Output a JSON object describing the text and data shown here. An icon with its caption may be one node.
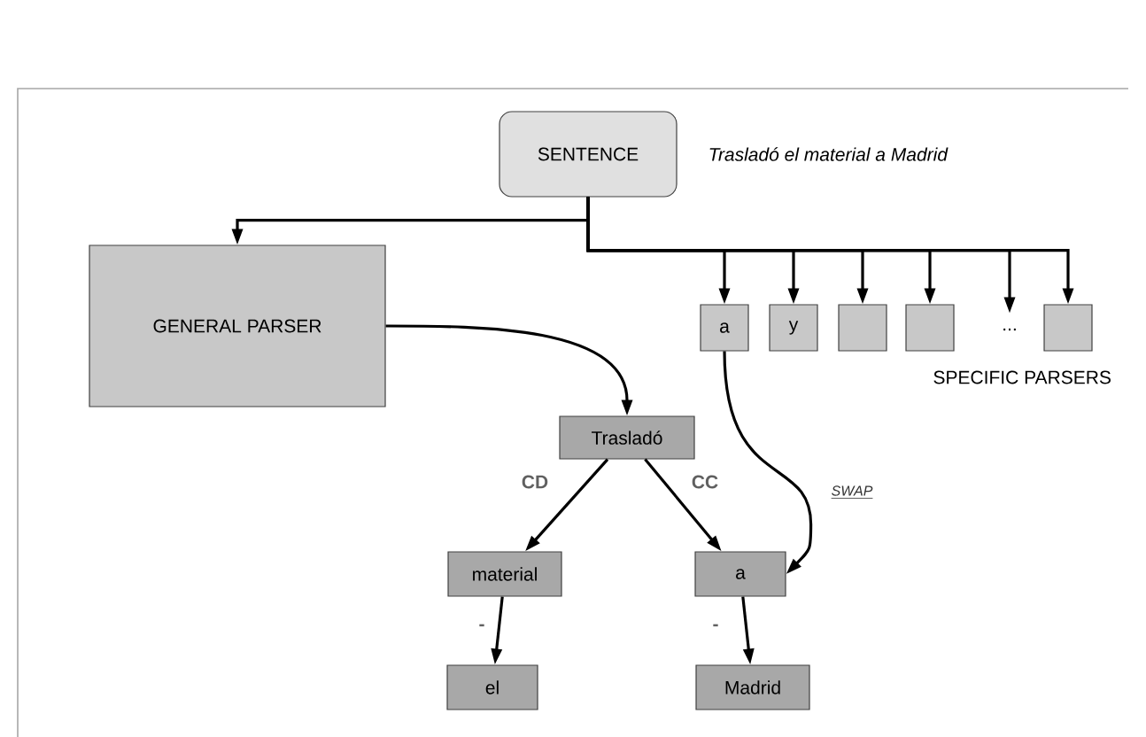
{
  "diagram": {
    "nodes": [
      {
        "text": [
          "SENTENCE"
        ],
        "beside": [
          "Trasladó el material a Madrid"
        ]
      },
      {
        "text": [
          "GENERAL PARSER"
        ]
      },
      {
        "text": [
          "a"
        ]
      },
      {
        "text": [
          "y"
        ]
      },
      {
        "text": [],
        "shape": "box"
      },
      {
        "text": [],
        "shape": "box"
      },
      {
        "text": [
          "..."
        ]
      },
      {
        "text": [],
        "shape": "box"
      },
      {
        "text": [
          "Trasladó"
        ]
      },
      {
        "text": [
          "material"
        ]
      },
      {
        "text": [
          "a"
        ]
      },
      {
        "text": [
          "el"
        ]
      },
      {
        "text": [
          "Madrid"
        ]
      }
    ],
    "edges": [
      {
        "from": 0,
        "to": 1,
        "arrow": "to"
      },
      {
        "from": 0,
        "to": 2,
        "arrow": "to"
      },
      {
        "from": 0,
        "to": 3,
        "arrow": "to"
      },
      {
        "from": 0,
        "to": 4,
        "arrow": "to"
      },
      {
        "from": 0,
        "to": 5,
        "arrow": "to"
      },
      {
        "from": 0,
        "to": 6,
        "arrow": "to"
      },
      {
        "from": 0,
        "to": 7,
        "arrow": "to"
      },
      {
        "from": 1,
        "to": 8,
        "arrow": "to"
      },
      {
        "from": 8,
        "to": 9,
        "arrow": "to",
        "label": "CD"
      },
      {
        "from": 8,
        "to": 10,
        "arrow": "to",
        "label": "CC"
      },
      {
        "from": 9,
        "to": 11,
        "arrow": "to",
        "label": "-"
      },
      {
        "from": 10,
        "to": 12,
        "arrow": "to",
        "label": "-"
      },
      {
        "from": 2,
        "to": 10,
        "arrow": "to",
        "label": "SWAP"
      }
    ],
    "labels": [
      "SPECIFIC PARSERS"
    ]
  }
}
